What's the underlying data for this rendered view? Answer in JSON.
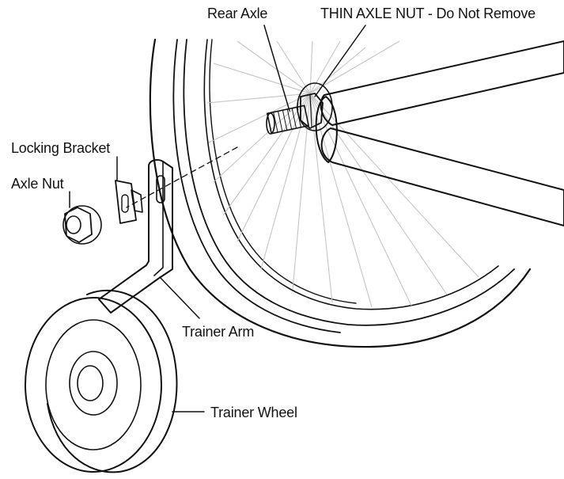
{
  "labels": {
    "rear_axle": "Rear Axle",
    "thin_axle_nut": "THIN AXLE NUT - Do Not Remove",
    "locking_bracket": "Locking Bracket",
    "axle_nut": "Axle Nut",
    "trainer_arm": "Trainer Arm",
    "trainer_wheel": "Trainer Wheel"
  },
  "colors": {
    "ink": "#111111",
    "spokes": "#c4c4c4",
    "background": "#ffffff"
  }
}
